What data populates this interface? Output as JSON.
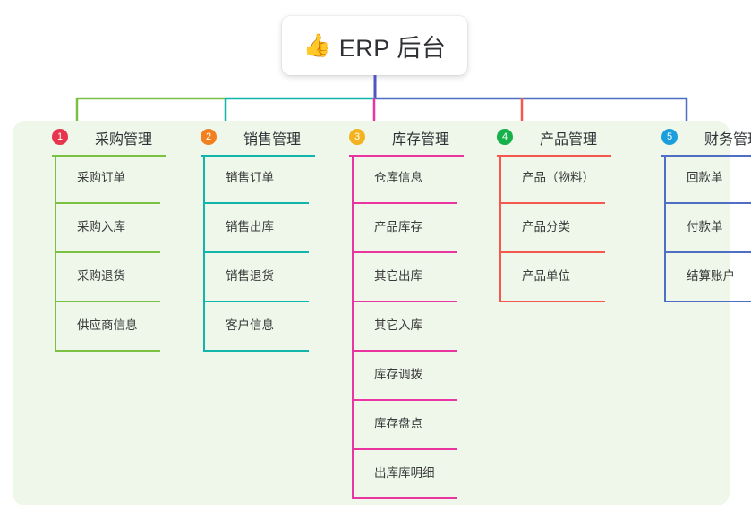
{
  "title": {
    "icon": "thumbs-up-emoji",
    "emoji": "👍",
    "text": "ERP 后台"
  },
  "colors": {
    "panel_bg": "#eef7e9",
    "page_bg": "#ffffff",
    "trunk": "#4f55c4",
    "text": "#2f3136"
  },
  "columns": [
    {
      "number": "1",
      "title": "采购管理",
      "line_color": "#7ac143",
      "badge_color": "#e8354e",
      "items": [
        "采购订单",
        "采购入库",
        "采购退货",
        "供应商信息"
      ]
    },
    {
      "number": "2",
      "title": "销售管理",
      "line_color": "#12b5ac",
      "badge_color": "#f2801e",
      "items": [
        "销售订单",
        "销售出库",
        "销售退货",
        "客户信息"
      ]
    },
    {
      "number": "3",
      "title": "库存管理",
      "line_color": "#e8359f",
      "badge_color": "#f2b31e",
      "items": [
        "仓库信息",
        "产品库存",
        "其它出库",
        "其它入库",
        "库存调拨",
        "库存盘点",
        "出库库明细"
      ]
    },
    {
      "number": "4",
      "title": "产品管理",
      "line_color": "#f4584f",
      "badge_color": "#17b14b",
      "items": [
        "产品（物料）",
        "产品分类",
        "产品单位"
      ]
    },
    {
      "number": "5",
      "title": "财务管理",
      "line_color": "#4f6fc4",
      "badge_color": "#1b9fdc",
      "items": [
        "回款单",
        "付款单",
        "结算账户"
      ]
    }
  ]
}
